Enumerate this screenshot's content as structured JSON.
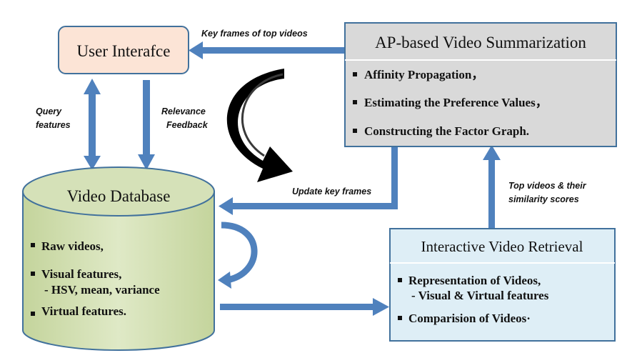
{
  "boxes": {
    "user_interface": {
      "title": "User Interafce",
      "fill": "#fce4d6",
      "stroke": "#41719c"
    },
    "ap_summarization": {
      "title": "AP-based Video Summarization",
      "items": [
        "Affinity Propagation，",
        "Estimating the Preference Values，",
        "Constructing the Factor Graph."
      ],
      "fill": "#d9d9d9",
      "stroke": "#41719c"
    },
    "video_database": {
      "title": "Video Database",
      "items": [
        {
          "main": "Raw videos,",
          "sub": ""
        },
        {
          "main": "Visual features,",
          "sub": "- HSV, mean, variance"
        },
        {
          "main": "Virtual features.",
          "sub": ""
        }
      ],
      "fill": "#d5e1b8",
      "stroke": "#41719c"
    },
    "interactive_retrieval": {
      "title": "Interactive Video Retrieval",
      "items": [
        {
          "main": "Representation of Videos,",
          "sub": "- Visual & Virtual features"
        },
        {
          "main": "Comparision of Videos·",
          "sub": ""
        }
      ],
      "fill": "#deeef6",
      "stroke": "#41719c"
    }
  },
  "arrow_labels": {
    "key_frames_top": "Key frames of top videos",
    "query_features_1": "Query",
    "query_features_2": "features",
    "relevance_1": "Relevance",
    "relevance_2": "Feedback",
    "update_key_frames": "Update key frames",
    "top_videos_1": "Top videos & their",
    "top_videos_2": "similarity scores"
  },
  "colors": {
    "arrow": "#4f81bd",
    "curved_arrow_dark": "#000000"
  }
}
